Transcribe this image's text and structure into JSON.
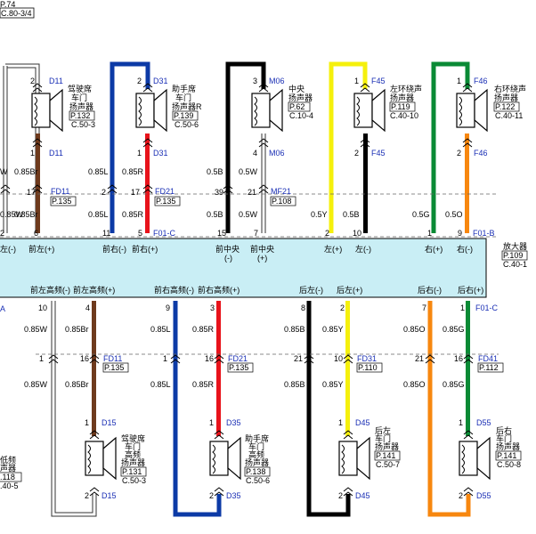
{
  "top_ref": {
    "page": "P.74",
    "grid": "C.80-3/4"
  },
  "amplifier": {
    "name": "放大器",
    "page": "P.109",
    "grid": "C.40-1"
  },
  "left_fragment": {
    "label_line1": "低频",
    "label_line2": "声器",
    "page": ".118",
    "grid": ".40-5",
    "conn": "A"
  },
  "colors": {
    "white": "#ffffff",
    "blue": "#0c3aa6",
    "red": "#e8131b",
    "black": "#000000",
    "yellow": "#f5f00c",
    "green": "#0a8a35",
    "orange": "#f7870f",
    "brown": "#6e3a1d",
    "amp_fill": "#c9eef5",
    "connector_blue": "#1a2fb5"
  },
  "top_speakers": [
    {
      "conn_top": "D11",
      "pin_top": "2",
      "pin_bottom": "1",
      "name": [
        "驾驶席",
        "车门",
        "扬声器"
      ],
      "page": "P.132",
      "grid": "C.50-3",
      "conn_bottom": "D11"
    },
    {
      "conn_top": "D31",
      "pin_top": "2",
      "pin_bottom": "1",
      "name": [
        "助手席",
        "车门",
        "扬声器R"
      ],
      "page": "P.139",
      "grid": "C.50-6",
      "conn_bottom": "D31"
    },
    {
      "conn_top": "M06",
      "pin_top": "3",
      "pin_bottom": "4",
      "name": [
        "中央",
        "扬声器"
      ],
      "page": "P.62",
      "grid": "C.10-4",
      "conn_bottom": "M06"
    },
    {
      "conn_top": "F45",
      "pin_top": "1",
      "pin_bottom": "2",
      "name": [
        "左环绕声",
        "扬声器"
      ],
      "page": "P.119",
      "grid": "C.40-10",
      "conn_bottom": "F45"
    },
    {
      "conn_top": "F46",
      "pin_top": "1",
      "pin_bottom": "2",
      "name": [
        "右环绕声",
        "扬声器"
      ],
      "page": "P.122",
      "grid": "C.40-11",
      "conn_bottom": "F46"
    }
  ],
  "top_wire_labels": [
    {
      "text": "W"
    },
    {
      "text": "0.85Br"
    },
    {
      "text": "0.85L"
    },
    {
      "text": "0.85R"
    },
    {
      "text": "0.5B"
    },
    {
      "text": "0.5W"
    },
    {
      "text": "0.85W"
    },
    {
      "text": "0.85Br"
    },
    {
      "text": "0.85L"
    },
    {
      "text": "0.85R"
    },
    {
      "text": "0.5B"
    },
    {
      "text": "0.5W"
    },
    {
      "text": "0.5Y"
    },
    {
      "text": "0.5B"
    },
    {
      "text": "0.5G"
    },
    {
      "text": "0.5O"
    }
  ],
  "top_inline": [
    {
      "pin_a": "17",
      "conn": "FD11",
      "page": "P.135"
    },
    {
      "pin_a": "2",
      "pin_b": "17",
      "conn": "FD21",
      "page": "P.135"
    },
    {
      "pin_a": "39",
      "pin_b": "21",
      "conn": "MF21",
      "page": "P.108"
    }
  ],
  "amp_top_pins": [
    "2",
    "6",
    "11",
    "5",
    "15",
    "7",
    "2",
    "10",
    "1",
    "9"
  ],
  "amp_top_conns": [
    "F01-C",
    "F01-B"
  ],
  "amp_top_labels": [
    "左(-)",
    "前左(+)",
    "前右(-)",
    "前右(+)",
    "前中央",
    "(-)",
    "前中央",
    "(+)",
    "左(+)",
    "左(-)",
    "右(+)",
    "右(-)"
  ],
  "amp_bottom_labels": [
    "前左高频(-)",
    "前左高频(+)",
    "前右高频(-)",
    "前右高频(+)",
    "后左(-)",
    "后左(+)",
    "后右(-)",
    "后右(+)"
  ],
  "amp_bottom_pins": [
    "10",
    "4",
    "9",
    "3",
    "8",
    "2",
    "7",
    "1"
  ],
  "amp_bottom_conn": "F01-C",
  "bottom_wire_labels": [
    {
      "text": "0.85W"
    },
    {
      "text": "0.85Br"
    },
    {
      "text": "0.85L"
    },
    {
      "text": "0.85R"
    },
    {
      "text": "0.85B"
    },
    {
      "text": "0.85Y"
    },
    {
      "text": "0.85O"
    },
    {
      "text": "0.85G"
    },
    {
      "text": "0.85W"
    },
    {
      "text": "0.85Br"
    },
    {
      "text": "0.85L"
    },
    {
      "text": "0.85R"
    },
    {
      "text": "0.85B"
    },
    {
      "text": "0.85Y"
    },
    {
      "text": "0.85O"
    },
    {
      "text": "0.85G"
    }
  ],
  "bottom_inline": [
    {
      "pin_a": "1",
      "pin_b": "16",
      "conn": "FD11",
      "page": "P.135"
    },
    {
      "pin_a": "1",
      "pin_b": "16",
      "conn": "FD21",
      "page": "P.135"
    },
    {
      "pin_a": "21",
      "pin_b": "10",
      "conn": "FD31",
      "page": "P.110"
    },
    {
      "pin_a": "21",
      "pin_b": "16",
      "conn": "FD41",
      "page": "P.112"
    }
  ],
  "bottom_speakers": [
    {
      "conn_top": "D15",
      "pin_top": "1",
      "pin_bottom": "2",
      "name": [
        "驾驶席",
        "车门",
        "高频",
        "扬声器"
      ],
      "page": "P.131",
      "grid": "C.50-3",
      "conn_bottom": "D15"
    },
    {
      "conn_top": "D35",
      "pin_top": "1",
      "pin_bottom": "2",
      "name": [
        "助手席",
        "车门",
        "高频",
        "扬声器"
      ],
      "page": "P.138",
      "grid": "C.50-6",
      "conn_bottom": "D35"
    },
    {
      "conn_top": "D45",
      "pin_top": "1",
      "pin_bottom": "2",
      "name": [
        "后左",
        "车门",
        "扬声器"
      ],
      "page": "P.141",
      "grid": "C.50-7",
      "conn_bottom": "D45"
    },
    {
      "conn_top": "D55",
      "pin_top": "1",
      "pin_bottom": "2",
      "name": [
        "后右",
        "车门",
        "扬声器"
      ],
      "page": "P.141",
      "grid": "C.50-8",
      "conn_bottom": "D55"
    }
  ]
}
